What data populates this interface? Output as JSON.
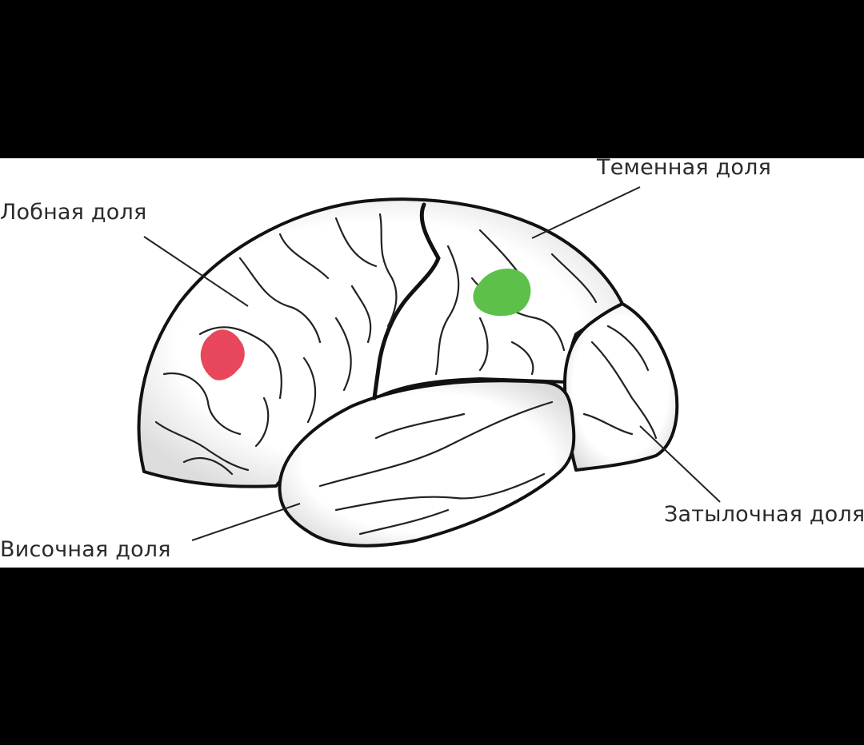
{
  "labels": {
    "frontal": "Лобная доля",
    "parietal": "Теменная доля",
    "temporal": "Височная доля",
    "occipital": "Затылочная доля"
  },
  "colors": {
    "background_bars": "#000000",
    "canvas": "#ffffff",
    "outline": "#111111",
    "highlight_frontal": "#e8475b",
    "highlight_parietal": "#5cc04a"
  }
}
